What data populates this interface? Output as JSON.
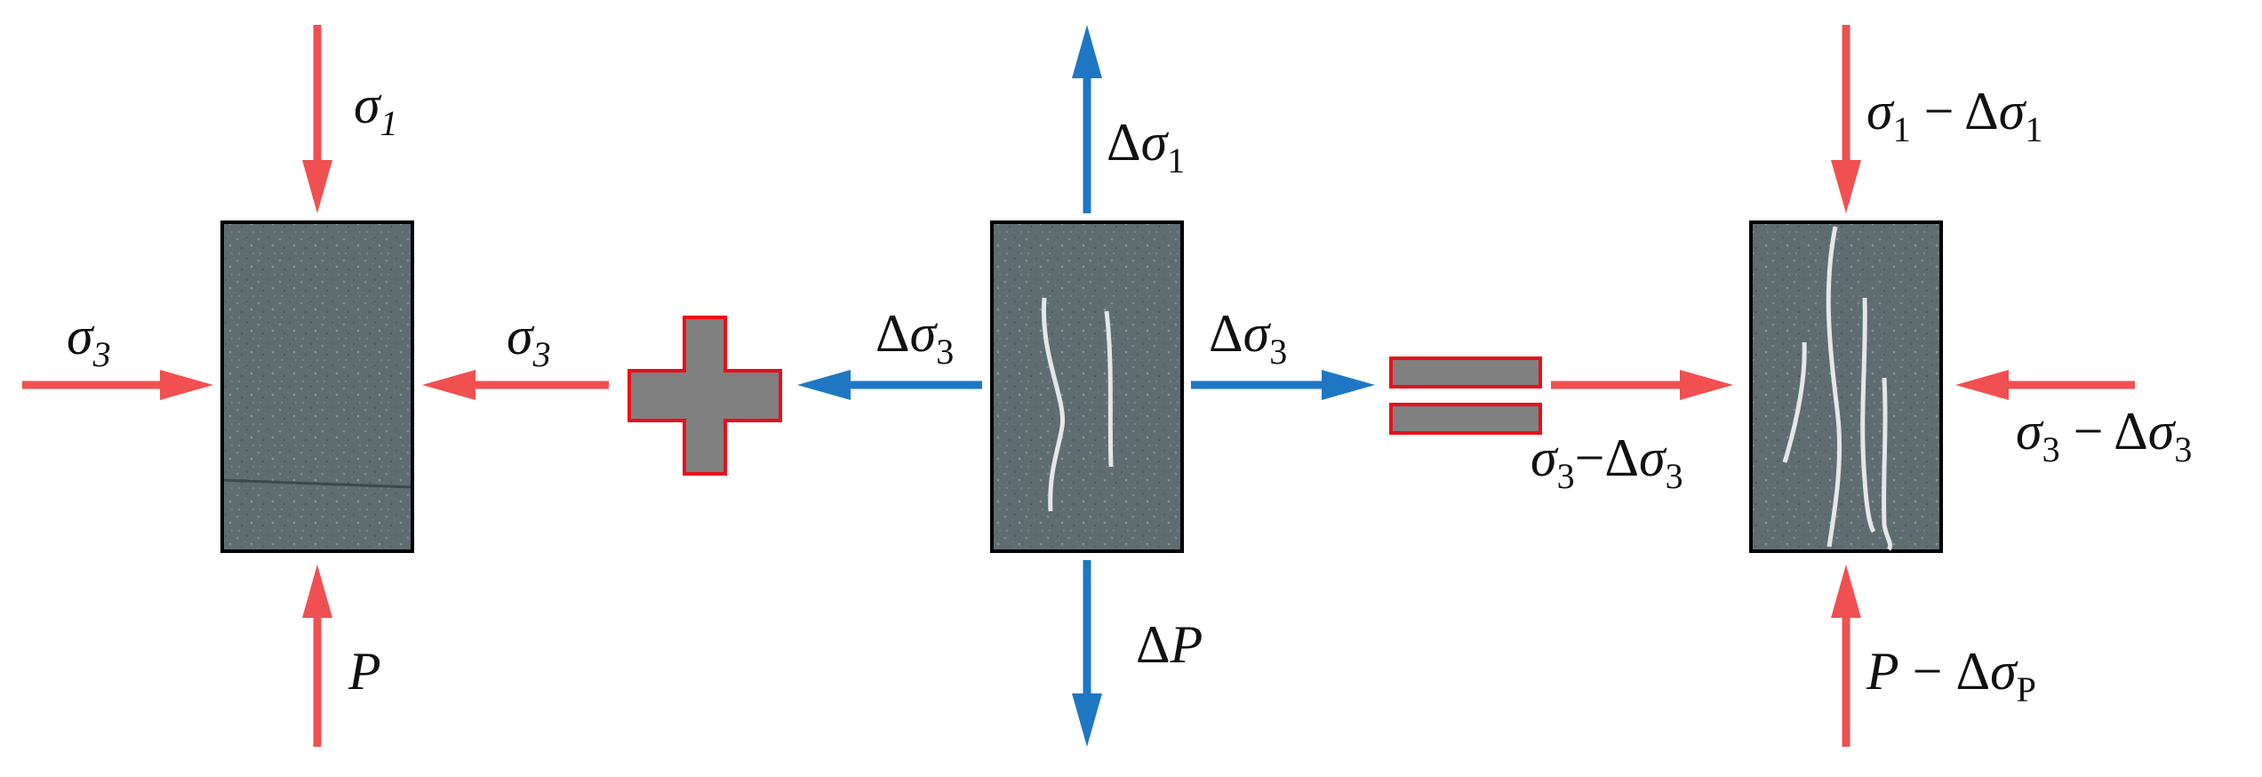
{
  "colors": {
    "compress_arrow": "#f05050",
    "unload_arrow": "#1f77c4",
    "block_fill": "#5e6c70",
    "block_border": "#000000",
    "operator_fill": "#808080",
    "operator_border": "#e8101a",
    "crack": "#e6e6e6"
  },
  "left_state": {
    "top_label": {
      "main": "σ",
      "sub": "1"
    },
    "left_label": {
      "main": "σ",
      "sub": "3"
    },
    "right_label": {
      "main": "σ",
      "sub": "3"
    },
    "bottom_label": {
      "main": "P"
    }
  },
  "operator_plus": {
    "symbol": "plus"
  },
  "middle_state": {
    "top_label": {
      "delta": "Δ",
      "main": "σ",
      "sub": "1"
    },
    "left_label": {
      "delta": "Δ",
      "main": "σ",
      "sub": "3"
    },
    "right_label": {
      "delta": "Δ",
      "main": "σ",
      "sub": "3"
    },
    "bottom_label": {
      "delta": "Δ",
      "main": "P"
    }
  },
  "operator_equals": {
    "symbol": "equals"
  },
  "right_state": {
    "top_label": {
      "a": "σ",
      "a_sub": "1",
      "op": " − Δ",
      "b": "σ",
      "b_sub": "1"
    },
    "left_label": {
      "a": "σ",
      "a_sub": "3",
      "op": "−Δ",
      "b": "σ",
      "b_sub": "3"
    },
    "right_label": {
      "a": "σ",
      "a_sub": "3",
      "op": " − Δ",
      "b": "σ",
      "b_sub": "3"
    },
    "bottom_label": {
      "a": "P",
      "op": " − Δ",
      "b": "σ",
      "b_sub": "P"
    }
  }
}
